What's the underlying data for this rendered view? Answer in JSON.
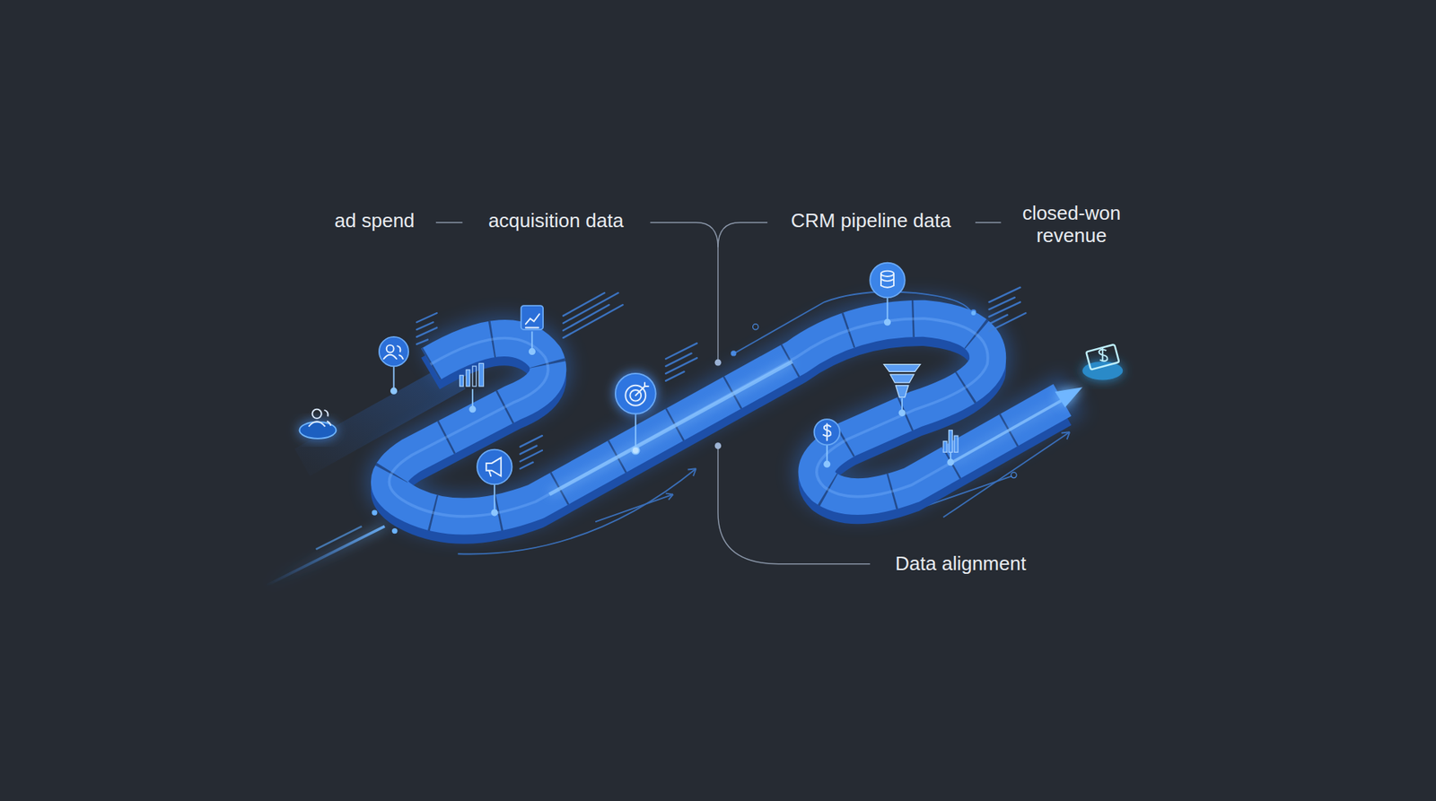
{
  "diagram": {
    "labels": [
      "ad spend",
      "acquisition data",
      "CRM pipeline data",
      "closed-won revenue",
      "Data alignment"
    ]
  }
}
